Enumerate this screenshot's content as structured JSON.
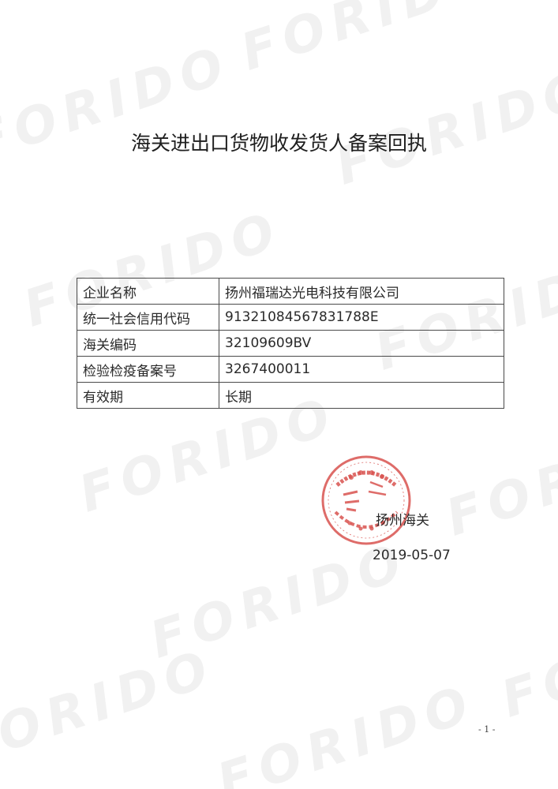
{
  "watermark": "FORIDO",
  "title": "海关进出口货物收发货人备案回执",
  "table": {
    "rows": [
      {
        "label": "企业名称",
        "value": "扬州福瑞达光电科技有限公司"
      },
      {
        "label": "统一社会信用代码",
        "value": "91321084567831788E"
      },
      {
        "label": "海关编码",
        "value": "32109609BV"
      },
      {
        "label": "检验检疫备案号",
        "value": "3267400011"
      },
      {
        "label": "有效期",
        "value": "长期"
      }
    ]
  },
  "stamp": {
    "color": "#d9534f",
    "issuer": "扬州海关",
    "date": "2019-05-07"
  },
  "page_number": "- 1 -"
}
